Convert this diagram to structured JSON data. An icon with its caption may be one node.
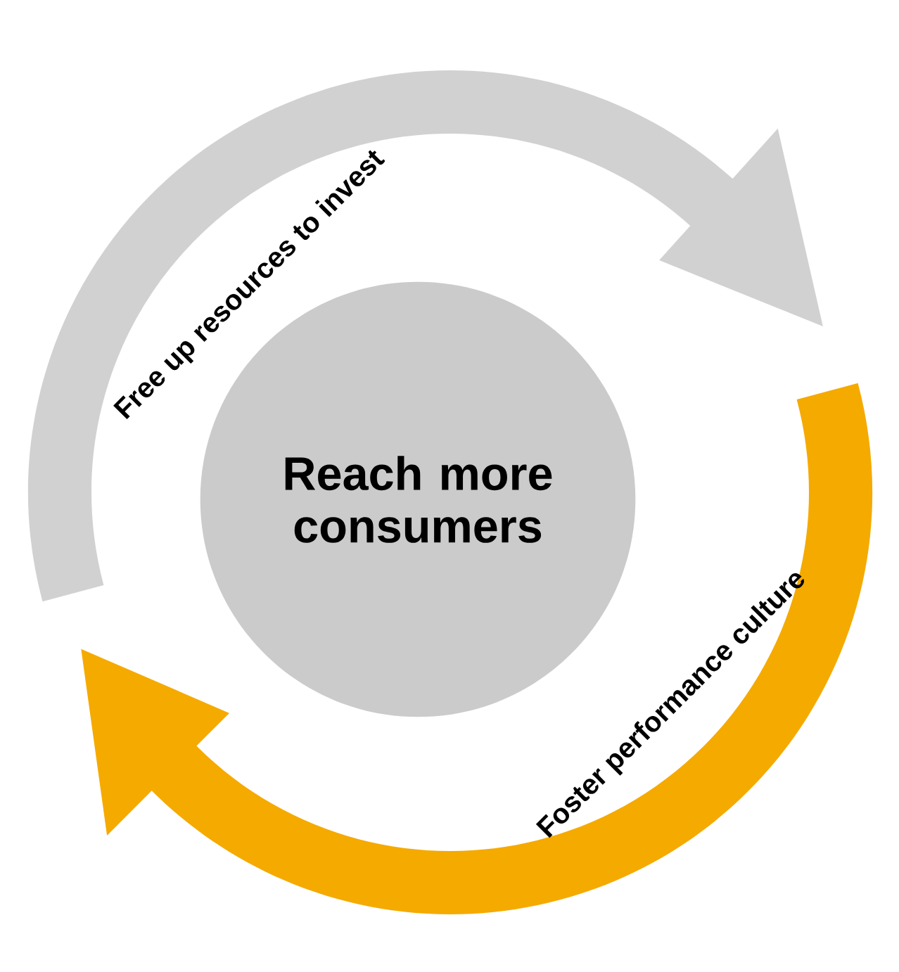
{
  "diagram": {
    "nodes": [
      {
        "text": [
          "Reach more consumers"
        ]
      }
    ],
    "labels": [
      "Free up resources to invest",
      "Foster performance culture"
    ]
  }
}
